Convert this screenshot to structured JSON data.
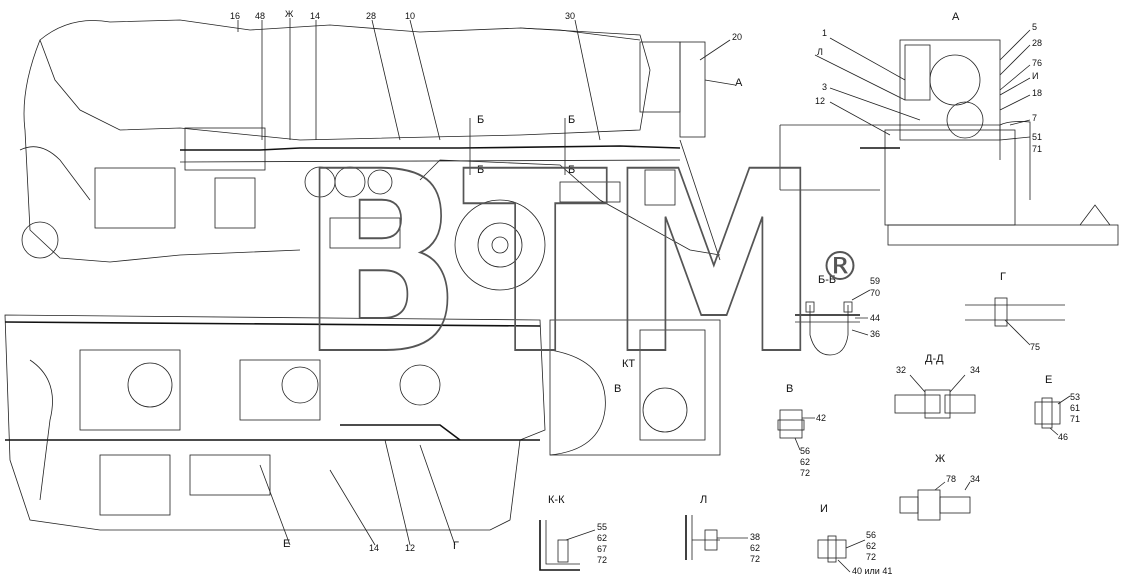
{
  "watermark": {
    "text": "BTM",
    "mark": "®"
  },
  "main_view_top": {
    "callouts": [
      "16",
      "48",
      "Ж",
      "14",
      "28",
      "10",
      "30",
      "20",
      "А",
      "Б",
      "Б",
      "Б",
      "Б"
    ]
  },
  "view_A": {
    "title": "А",
    "callouts": [
      "1",
      "Л",
      "3",
      "12",
      "5",
      "28",
      "76",
      "И",
      "18",
      "7",
      "51",
      "71"
    ]
  },
  "main_view_bottom": {
    "callouts": [
      "КТ",
      "В",
      "Е",
      "14",
      "12",
      "Г"
    ]
  },
  "section_BB": {
    "title": "Б-Б",
    "callouts": [
      "59",
      "70",
      "44",
      "36"
    ]
  },
  "view_G": {
    "title": "Г",
    "callouts": [
      "75"
    ]
  },
  "section_DD": {
    "title": "Д-Д",
    "callouts": [
      "32",
      "34"
    ]
  },
  "view_V": {
    "title": "В",
    "callouts": [
      "42",
      "56",
      "62",
      "72"
    ]
  },
  "view_E": {
    "title": "Е",
    "callouts": [
      "53",
      "61",
      "71",
      "46"
    ]
  },
  "view_Zh": {
    "title": "Ж",
    "callouts": [
      "78",
      "34"
    ]
  },
  "section_KK": {
    "title": "К-К",
    "callouts": [
      "55",
      "62",
      "67",
      "72"
    ]
  },
  "view_L": {
    "title": "Л",
    "callouts": [
      "38",
      "62",
      "72"
    ]
  },
  "view_I": {
    "title": "И",
    "callouts": [
      "56",
      "62",
      "72",
      "40 или 41"
    ]
  }
}
